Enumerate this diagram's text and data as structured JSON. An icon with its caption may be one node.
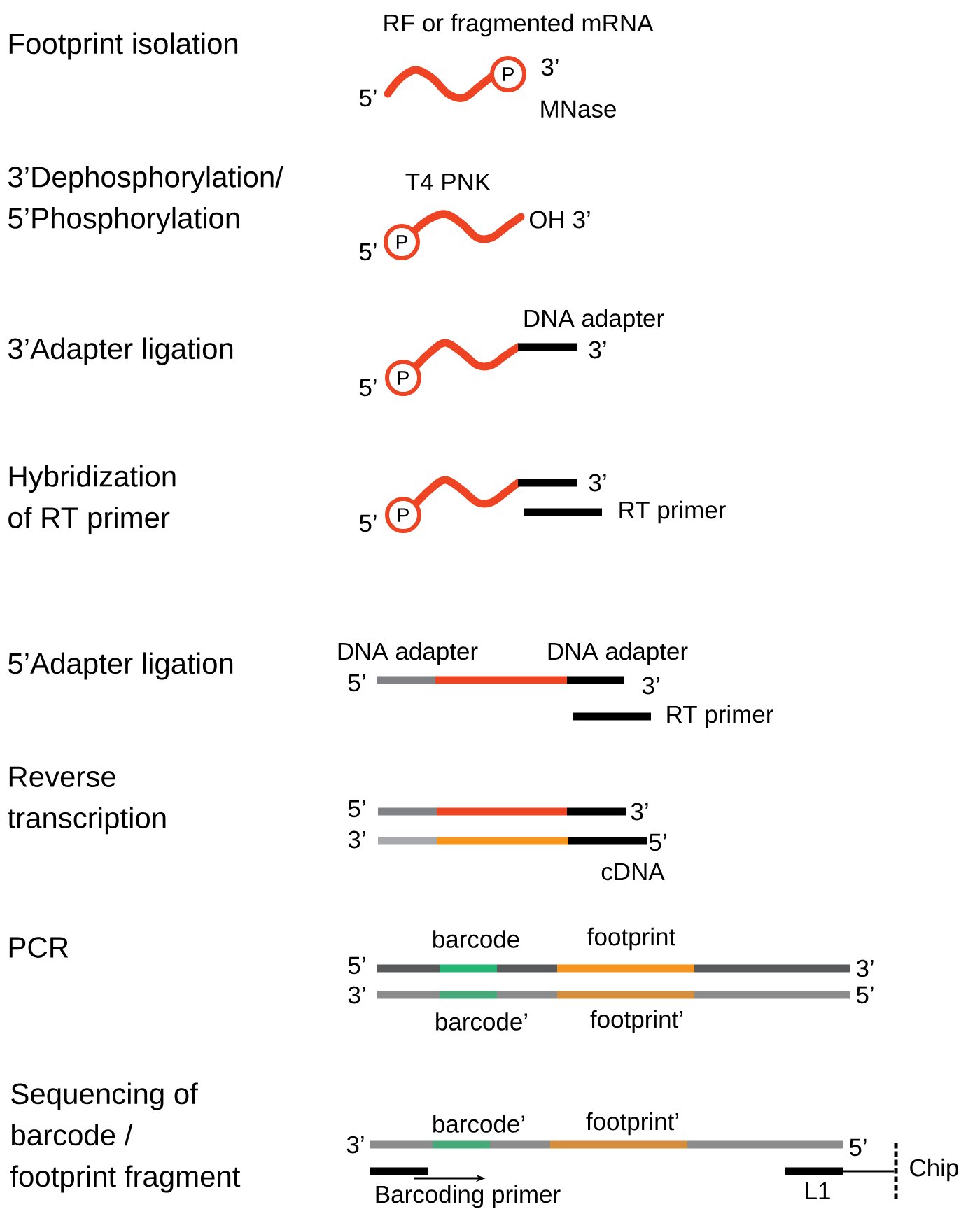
{
  "diagram": {
    "nodes": [
      {
        "text": [
          "P"
        ]
      },
      {
        "text": [
          "P"
        ]
      },
      {
        "text": [
          "P"
        ]
      },
      {
        "text": [
          "P"
        ]
      },
      {
        "text": [
          "L1"
        ]
      },
      {
        "text": [
          "Chip"
        ]
      }
    ],
    "edges": [
      {
        "from": 4,
        "to": 5,
        "arrow": "none"
      }
    ],
    "labels": [
      "Footprint isolation",
      "RF or fragmented mRNA",
      "3’",
      "5’",
      "MNase",
      "3’Dephosphorylation/ 5’Phosphorylation",
      "T4 PNK",
      "OH 3’",
      "5’",
      "3’Adapter ligation",
      "DNA adapter",
      "3’",
      "5’",
      "Hybridization of RT primer",
      "3’",
      "RT primer",
      "5’",
      "5’Adapter ligation",
      "DNA adapter",
      "DNA adapter",
      "5’",
      "3’",
      "RT primer",
      "Reverse transcription",
      "5’",
      "3’",
      "3’",
      "5’",
      "cDNA",
      "PCR",
      "barcode",
      "footprint",
      "5’",
      "3’",
      "3’",
      "5’",
      "barcode’",
      "footprint’",
      "Sequencing of barcode / footprint fragment",
      "barcode’",
      "footprint’",
      "3’",
      "5’",
      "Barcoding primer"
    ]
  }
}
